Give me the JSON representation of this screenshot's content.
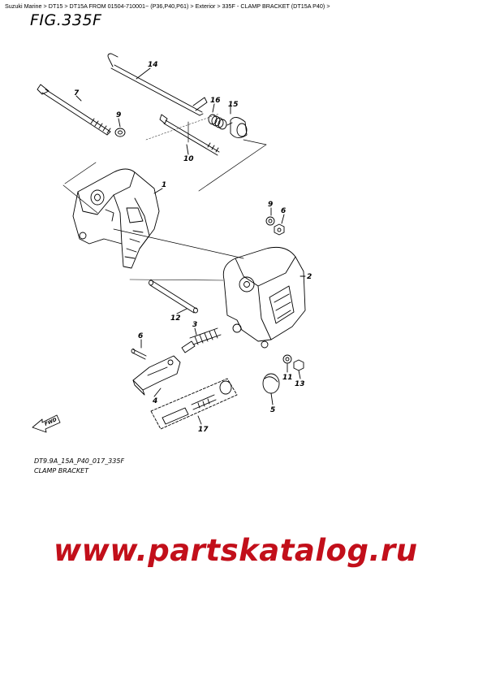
{
  "breadcrumb": {
    "items": [
      "Suzuki Marine",
      "DT15",
      "DT15A FROM 01504-710001~ (P36,P40,P61)",
      "Exterior",
      "335F - CLAMP BRACKET (DT15A P40)"
    ],
    "separator": ">"
  },
  "figure": {
    "title": "FIG.335F",
    "code": "DT9.9A_15A_P40_017_335F",
    "caption": "CLAMP BRACKET"
  },
  "fwd_label": "FWD",
  "callouts": [
    "14",
    "7",
    "9",
    "16",
    "15",
    "10",
    "1",
    "9",
    "6",
    "2",
    "12",
    "6",
    "3",
    "11",
    "13",
    "4",
    "5",
    "17"
  ],
  "watermark": "www.partskatalog.ru",
  "colors": {
    "watermark": "#c20f1a",
    "line": "#000000"
  }
}
